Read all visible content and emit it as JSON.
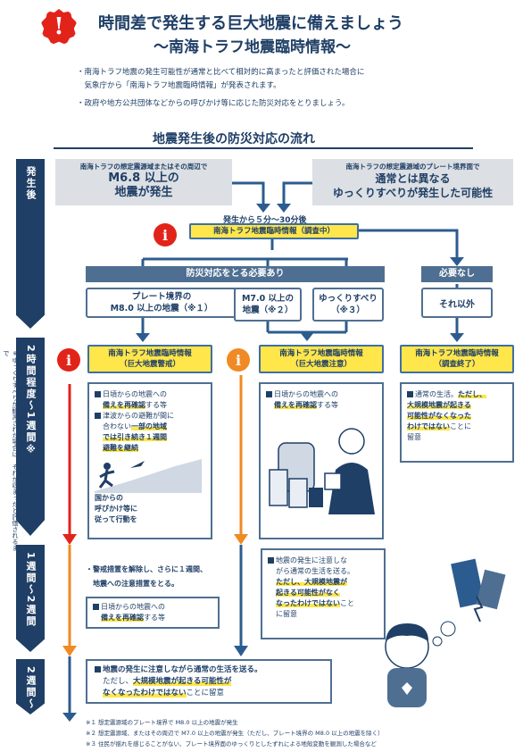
{
  "header": {
    "title_line1": "時間差で発生する巨大地震に備えましょう",
    "title_line2": "〜南海トラフ地震臨時情報〜",
    "bullet1": "・南海トラフ地震の発生可能性が通常と比べて相対的に高まったと評価された場合に",
    "bullet1b": "　気象庁から「南海トラフ地震臨時情報」が発表されます。",
    "bullet2": "・政府や地方公共団体などからの呼びかけ等に応じた防災対応をとりましょう。"
  },
  "flow_title": "地震発生後の防災対応の流れ",
  "side": {
    "s1": "発生後",
    "s2": "2時間程度〜1週間※",
    "s3": "1週間〜2週間",
    "s4": "2週間〜"
  },
  "side_note": "※ゆっくりすべりが観測された場合は、それが収まったと評価されるまで",
  "trigger": {
    "left_small": "南海トラフの想定震源域またはその周辺で",
    "left_big1": "M6.8 以上の",
    "left_big2": "地震が発生",
    "right_small": "南海トラフの想定震源域のプレート境界面で",
    "right_big1": "通常とは異なる",
    "right_big2": "ゆっくりすべりが発生した可能性",
    "time": "発生から５分〜30分後"
  },
  "investigation": "南海トラフ地震臨時情報（調査中）",
  "need": "防災対応をとる必要あり",
  "noneed": "必要なし",
  "cases": {
    "c1a": "プレート境界の",
    "c1b": "M8.0 以上の地震（※１）",
    "c2a": "M7.0 以上の",
    "c2b": "地震（※２）",
    "c3a": "ゆっくりすべり",
    "c3b": "（※３）",
    "c4": "それ以外"
  },
  "info": {
    "i1a": "南海トラフ地震臨時情報",
    "i1b": "（巨大地震警戒）",
    "i2a": "南海トラフ地震臨時情報",
    "i2b": "（巨大地震注意）",
    "i3a": "南海トラフ地震臨時情報",
    "i3b": "（調査終了）"
  },
  "card1": {
    "p1a": "日頃からの地震への",
    "p1b": "備えを再確認",
    "p1c": "する等",
    "p2a": "津波からの避難が間に",
    "p2b": "合わない",
    "p2c": "一部の地域",
    "p2d": "では引き続き１週間",
    "p2e": "避難を継続",
    "p3a": "国からの",
    "p3b": "呼びかけ等に",
    "p3c": "従って行動を"
  },
  "card2": {
    "p1a": "日頃からの地震への",
    "p1b": "備えを再確認",
    "p1c": "する等"
  },
  "card3": {
    "p1a": "通常の生活。",
    "p1b": "ただし、",
    "p1c": "大規模地震が起きる",
    "p1d": "可能性がなくなった",
    "p1e": "わけではない",
    "p1f": "ことに",
    "p1g": "留意"
  },
  "week": {
    "note1": "・警戒措置を解除し、さらに１週間、",
    "note2": "　地震への注意措置をとる。",
    "card_a": "日頃からの地震への",
    "card_b": "備えを再確認",
    "card_c": "する等",
    "right_a": "地震の発生に注意しな",
    "right_b": "がら通常の生活を送る。",
    "right_c": "ただし、大規模地震が",
    "right_d": "起きる可能性がなく",
    "right_e": "なったわけではない",
    "right_f": "こと",
    "right_g": "に留意"
  },
  "final": {
    "a": "地震の発生に注意しながら通常の生活を送る。",
    "b": "ただし、",
    "c": "大規模地震が起きる可能性が",
    "d": "なくなったわけではない",
    "e": "ことに留意"
  },
  "footnotes": {
    "f1": "※１ 想定震源域のプレート境界で M8.0 以上の地震が発生",
    "f2": "※２ 想定震源域、またはその周辺で M7.0 以上の地震が発生（ただし、プレート境界の M8.0 以上の地震を除く）",
    "f3": "※３ 住民が揺れを感じることがない、プレート境界面のゆっくりとしたずれによる地殻変動を観測した場合など"
  },
  "colors": {
    "navy": "#1f3f66",
    "red": "#e2231a",
    "orange": "#f08a24",
    "yellow": "#ffe64a",
    "gray": "#dcdfe3"
  }
}
